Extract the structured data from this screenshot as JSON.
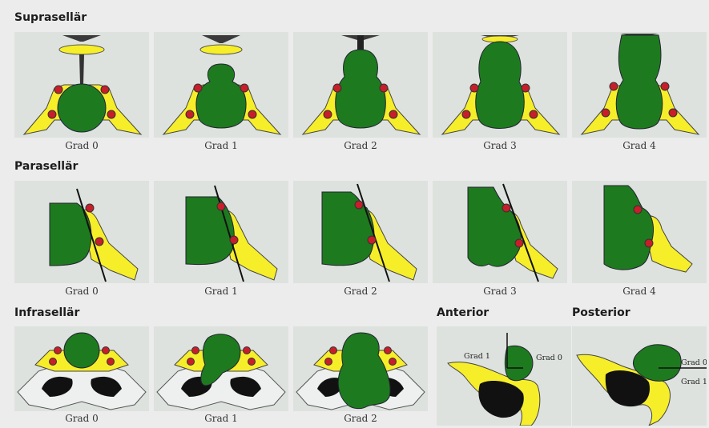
{
  "sections": {
    "suprasellar": {
      "title": "Suprasellär",
      "captions": [
        "Grad 0",
        "Grad 1",
        "Grad 2",
        "Grad 3",
        "Grad 4"
      ]
    },
    "parasellar": {
      "title": "Parasellär",
      "captions": [
        "Grad 0",
        "Grad 1",
        "Grad 2",
        "Grad 3",
        "Grad 4"
      ]
    },
    "infrasellar": {
      "title": "Infrasellär",
      "captions": [
        "Grad 0",
        "Grad 1",
        "Grad 2"
      ]
    },
    "anterior": {
      "title": "Anterior",
      "labels": [
        "Grad 1",
        "Grad 0"
      ]
    },
    "posterior": {
      "title": "Posterior",
      "labels": [
        "Grad 0",
        "Grad 1"
      ]
    }
  },
  "colors": {
    "tumor": "#1e7a1e",
    "bone": "#f7ee2a",
    "vessel": "#c81e2a",
    "panel_bg": "#dee2de",
    "page_bg": "#ececec"
  }
}
